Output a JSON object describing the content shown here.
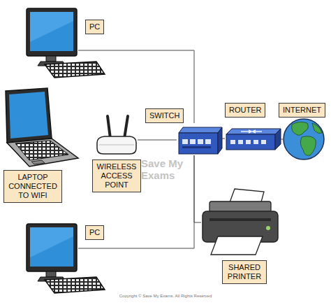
{
  "diagram": {
    "nodes": [
      {
        "text": [
          "PC"
        ]
      },
      {
        "text": [
          "LAPTOP CONNECTED TO WIFI"
        ]
      },
      {
        "text": [
          "WIRELESS ACCESS POINT"
        ]
      },
      {
        "text": [
          "SWITCH"
        ]
      },
      {
        "text": [
          "ROUTER"
        ]
      },
      {
        "text": [
          "INTERNET"
        ]
      },
      {
        "text": [
          "PC"
        ]
      },
      {
        "text": [
          "SHARED PRINTER"
        ]
      }
    ],
    "edges": [
      {
        "from": 0,
        "to": 3,
        "arrow": "none"
      },
      {
        "from": 2,
        "to": 3,
        "arrow": "none"
      },
      {
        "from": 3,
        "to": 4,
        "arrow": "none"
      },
      {
        "from": 4,
        "to": 5,
        "arrow": "none"
      },
      {
        "from": 6,
        "to": 3,
        "arrow": "none"
      },
      {
        "from": 7,
        "to": 3,
        "arrow": "none"
      }
    ],
    "labels": [
      "Save My Exams",
      "Copyright © Save My Exams. All Rights Reserved"
    ]
  }
}
